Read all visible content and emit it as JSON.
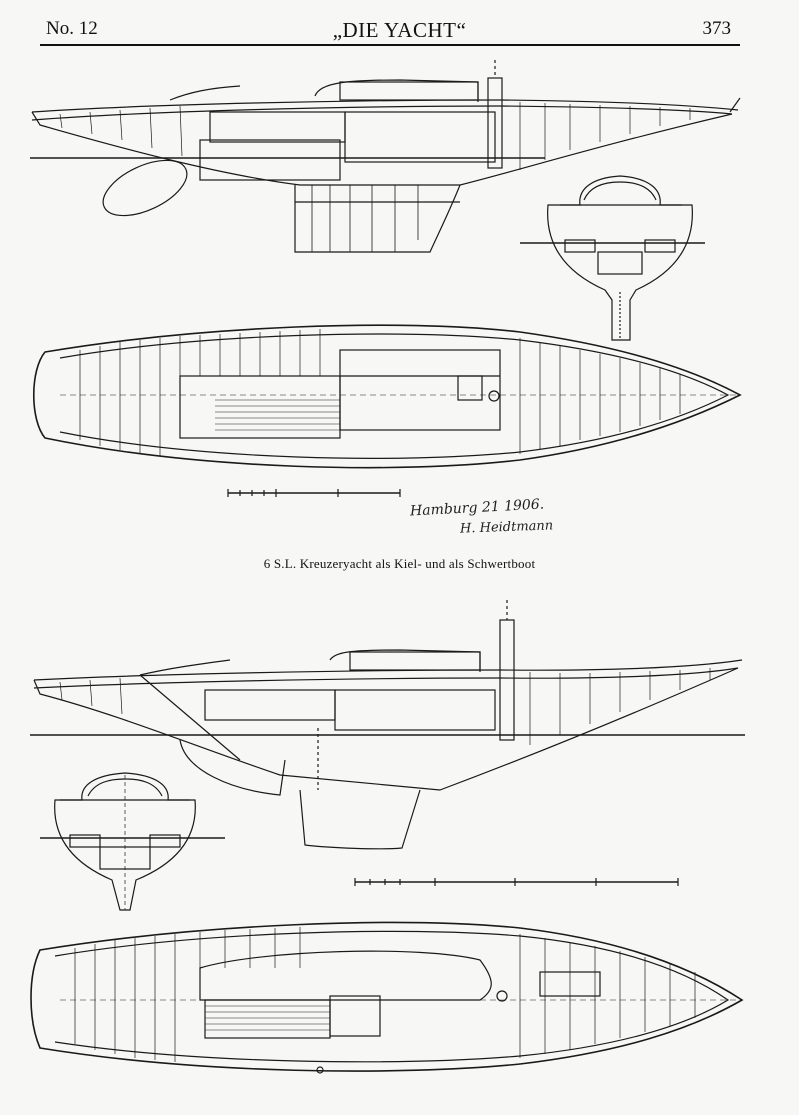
{
  "header": {
    "issue": "No. 12",
    "journal": "„DIE YACHT“",
    "page_number": "373"
  },
  "plate": {
    "signature_place_date": "Hamburg 21 1906.",
    "signature_name": "H. Heidtmann",
    "caption": "6 S.L.   Kreuzeryacht als Kiel- und als Schwertboot"
  },
  "drawings": [
    {
      "name": "keelboat profile"
    },
    {
      "name": "keelboat midship section"
    },
    {
      "name": "keelboat deck plan"
    },
    {
      "name": "centerboard profile"
    },
    {
      "name": "centerboard midship section"
    },
    {
      "name": "centerboard deck plan"
    }
  ]
}
